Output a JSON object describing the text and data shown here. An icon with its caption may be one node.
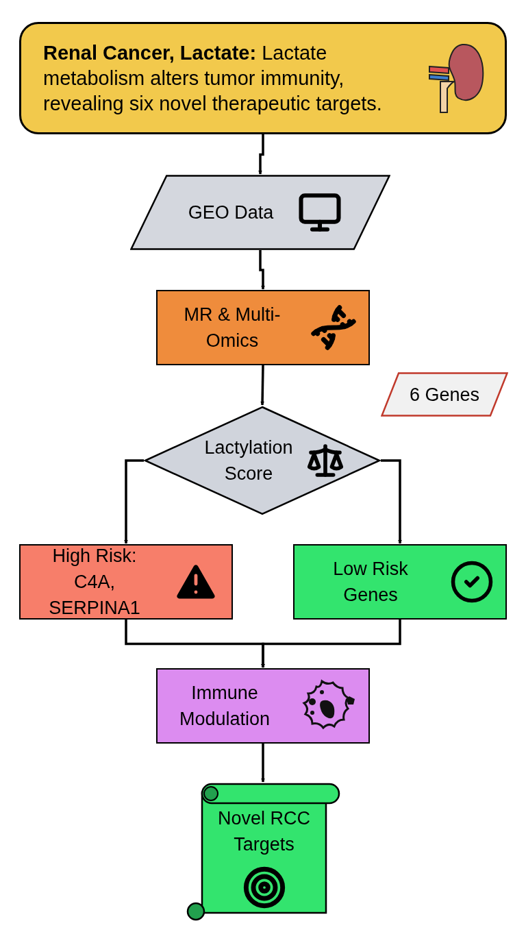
{
  "diagram": {
    "nodes": [
      {
        "text": [
          "**Renal Cancer, Lactate:** Lactate metabolism alters tumor immunity, revealing six novel therapeutic targets."
        ]
      },
      {
        "text": [
          "GEO Data"
        ]
      },
      {
        "text": [
          "MR & Multi-Omics"
        ]
      },
      {
        "text": [
          "6 Genes"
        ]
      },
      {
        "text": [
          "Lactylation Score"
        ]
      },
      {
        "text": [
          "High Risk: C4A, SERPINA1"
        ]
      },
      {
        "text": [
          "Low Risk Genes"
        ]
      },
      {
        "text": [
          "Immune Modulation"
        ]
      },
      {
        "text": [
          "Novel RCC Targets"
        ]
      }
    ],
    "edges": [
      {
        "from": 0,
        "to": 1,
        "arrow": "to"
      },
      {
        "from": 1,
        "to": 2,
        "arrow": "to"
      },
      {
        "from": 2,
        "to": 4,
        "arrow": "to"
      },
      {
        "from": 4,
        "to": 5,
        "arrow": "to"
      },
      {
        "from": 4,
        "to": 6,
        "arrow": "to"
      },
      {
        "from": 5,
        "to": 7,
        "arrow": "to"
      },
      {
        "from": 6,
        "to": 7,
        "arrow": "to"
      },
      {
        "from": 7,
        "to": 8,
        "arrow": "to"
      }
    ]
  }
}
